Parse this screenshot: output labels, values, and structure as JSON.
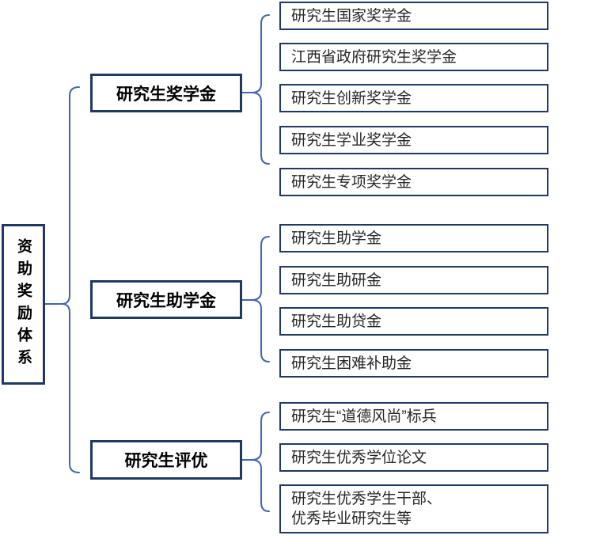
{
  "colors": {
    "box_border": "#1f3864",
    "connector_line": "#4166ac",
    "leaf_text": "#262626",
    "heading_text": "#000000",
    "background": "#ffffff"
  },
  "diagram": {
    "root": {
      "label": "资助奖励体系"
    },
    "groups": [
      {
        "parent": "研究生奖学金",
        "children": [
          "研究生国家奖学金",
          "江西省政府研究生奖学金",
          "研究生创新奖学金",
          "研究生学业奖学金",
          "研究生专项奖学金"
        ]
      },
      {
        "parent": "研究生助学金",
        "children": [
          "研究生助学金",
          "研究生助研金",
          "研究生助贷金",
          "研究生困难补助金"
        ]
      },
      {
        "parent": "研究生评优",
        "children": [
          "研究生“道德风尚”标兵",
          "研究生优秀学位论文",
          "研究生优秀学生干部、\n优秀毕业研究生等"
        ]
      }
    ]
  }
}
